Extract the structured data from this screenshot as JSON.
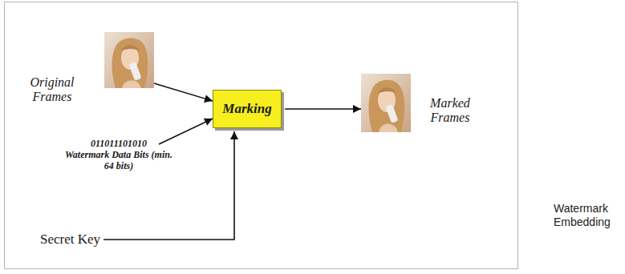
{
  "diagram": {
    "nodes": [
      {
        "text": [
          "Original Frames"
        ]
      },
      {
        "text": [
          "011011101010",
          "Watermark Data Bits (min. 64 bits)"
        ]
      },
      {
        "text": [
          "Secret Key"
        ]
      },
      {
        "text": [
          "Marking"
        ]
      },
      {
        "text": [
          "Marked Frames"
        ]
      }
    ],
    "edges": [
      {
        "from": 0,
        "to": 3,
        "arrow": "to"
      },
      {
        "from": 1,
        "to": 3,
        "arrow": "to"
      },
      {
        "from": 2,
        "to": 3,
        "arrow": "to"
      },
      {
        "from": 3,
        "to": 4,
        "arrow": "to"
      }
    ],
    "labels": [
      "Watermark Embedding"
    ]
  }
}
